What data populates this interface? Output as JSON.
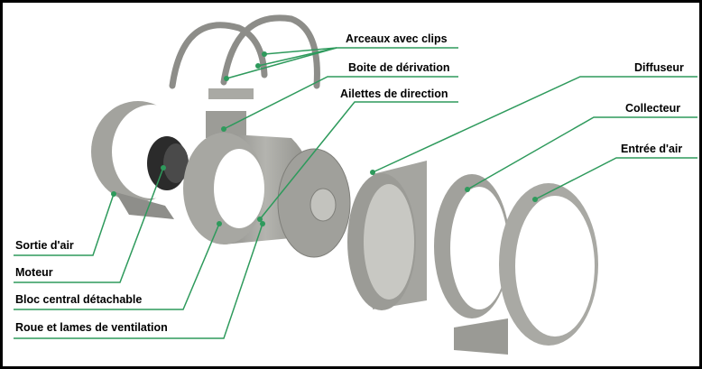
{
  "title": "Exploded view of inline duct fan",
  "labels": {
    "arceaux": "Arceaux avec clips",
    "boite": "Boite de dérivation",
    "ailettes": "Ailettes de direction",
    "diffuseur": "Diffuseur",
    "collecteur": "Collecteur",
    "entree": "Entrée d'air",
    "sortie": "Sortie d'air",
    "moteur": "Moteur",
    "bloc": "Bloc central détachable",
    "roue": "Roue et lames de ventilation"
  },
  "colors": {
    "leader": "#2e9a5c",
    "part": "#9a9a96",
    "part_dark": "#6f6f6b",
    "part_light": "#bdbdb8"
  }
}
